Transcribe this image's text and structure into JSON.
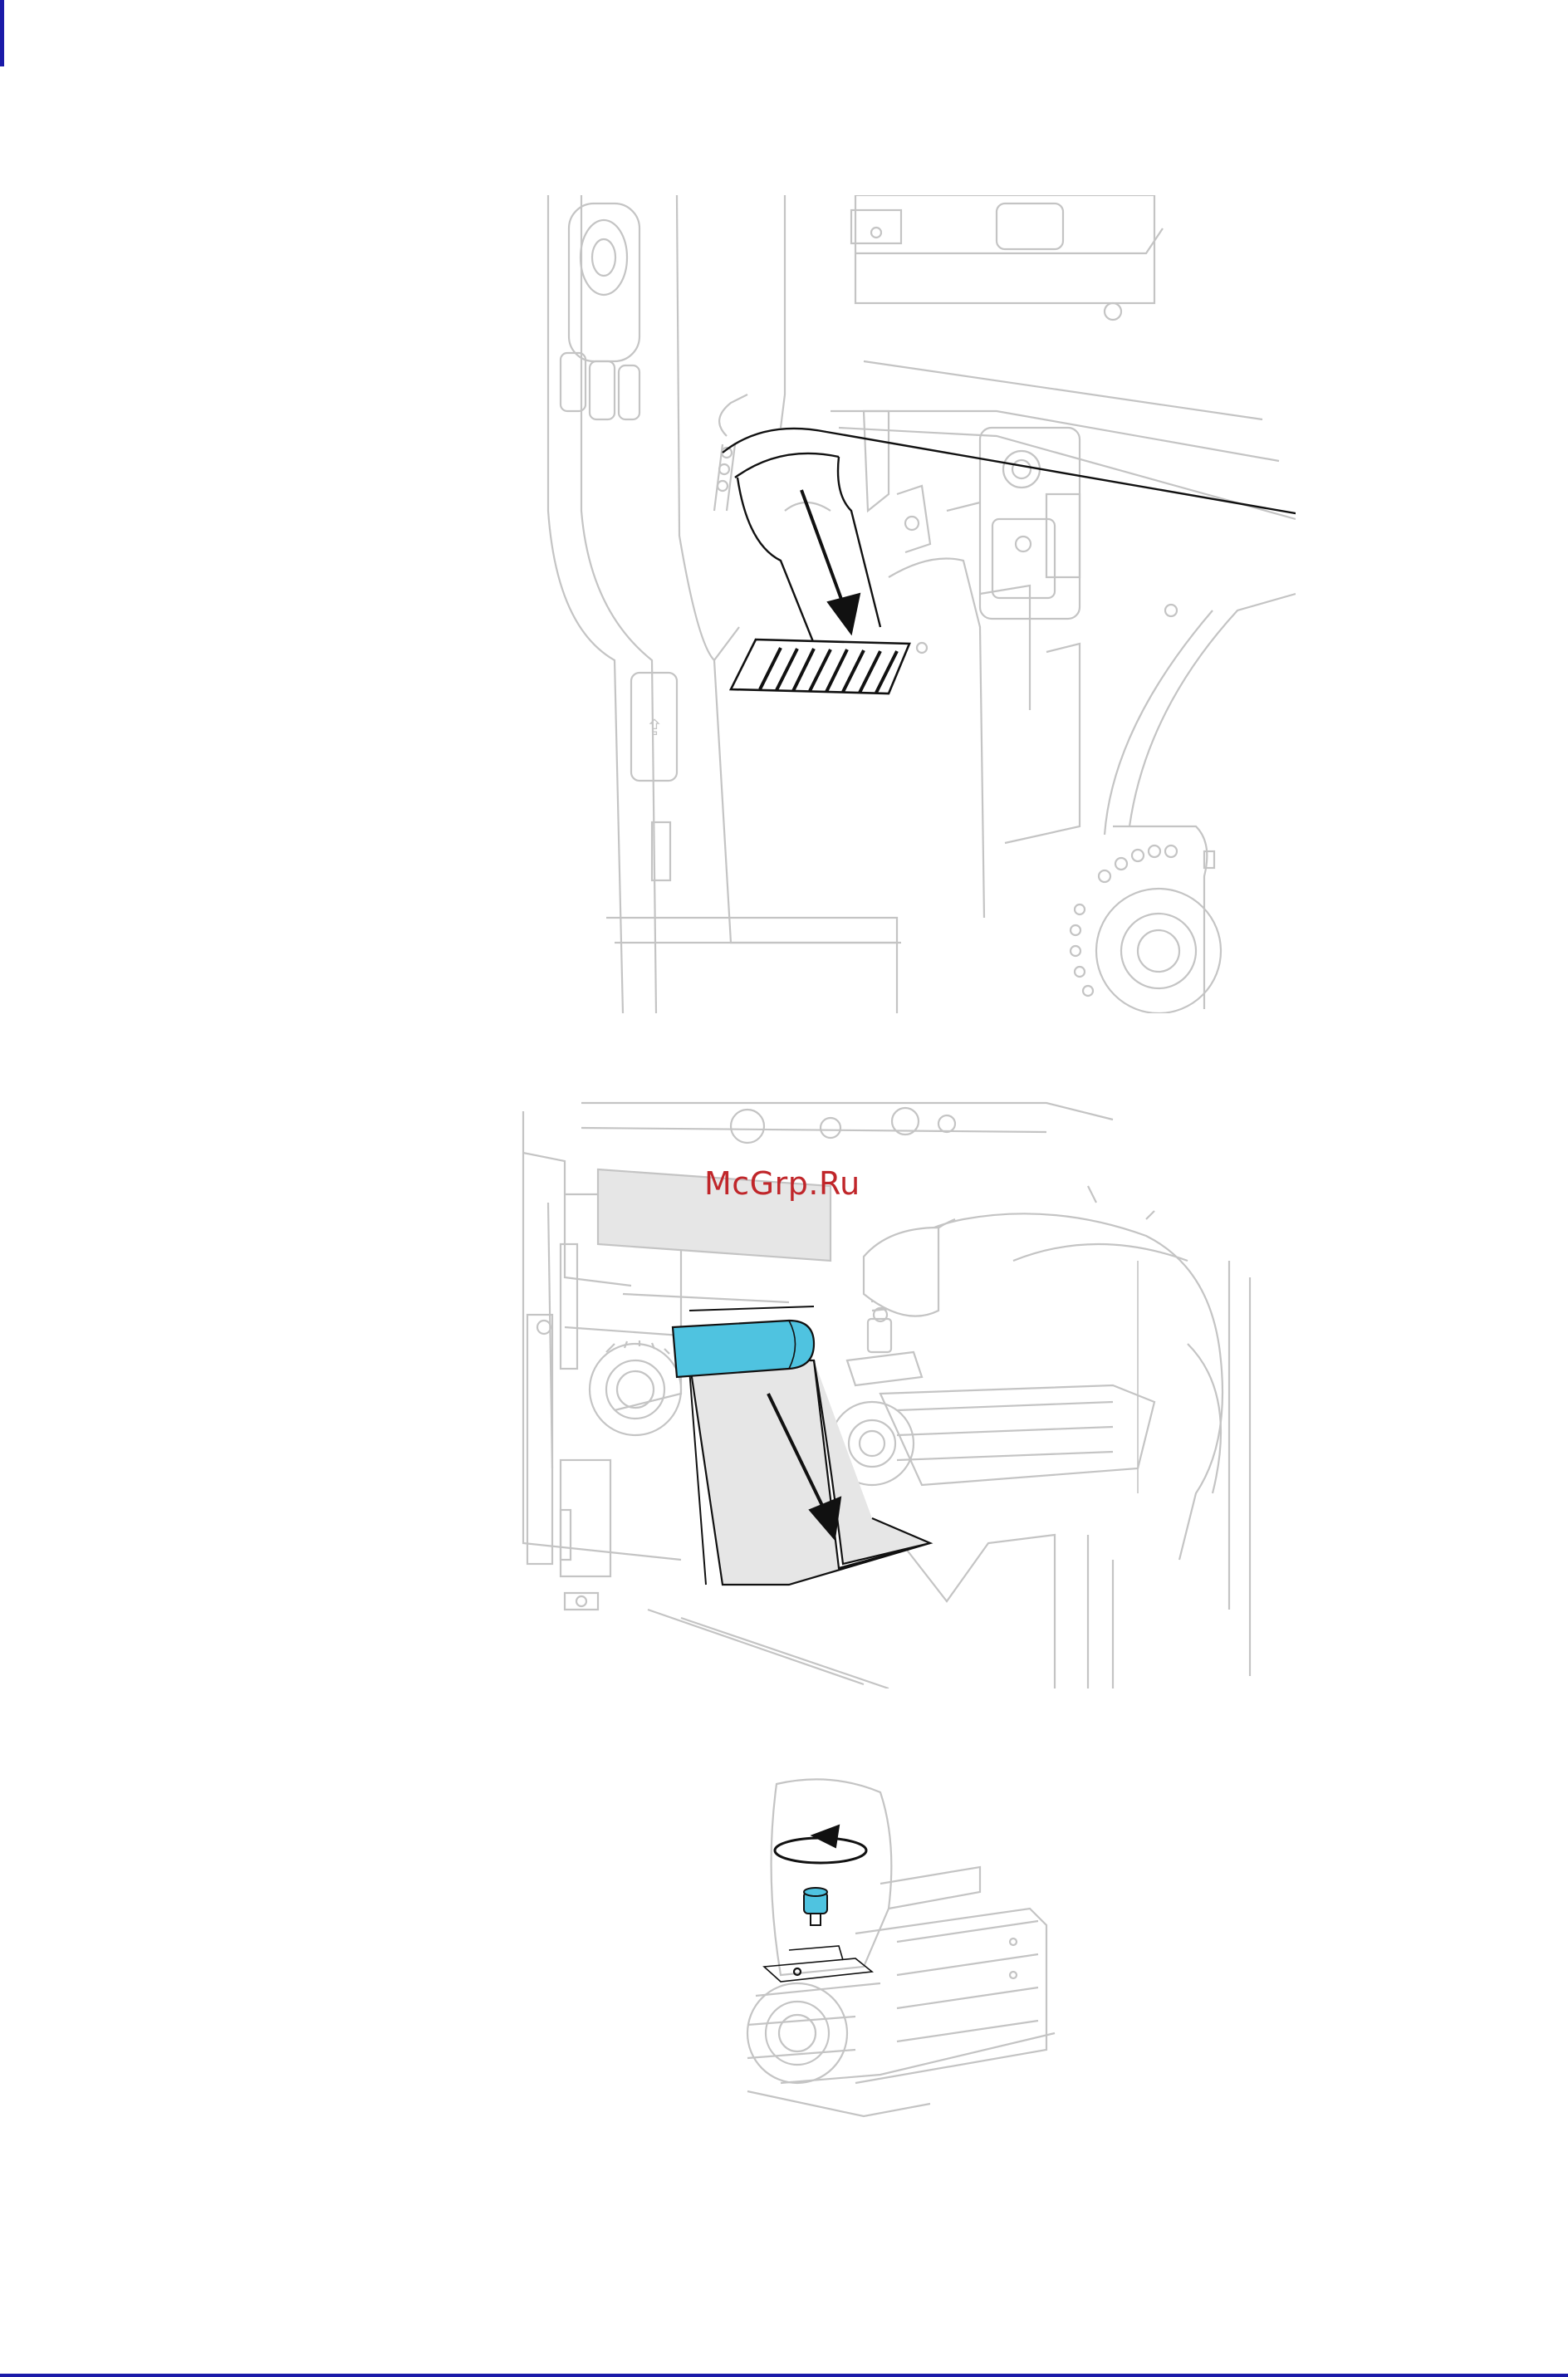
{
  "watermark": {
    "text": "McGrp.Ru"
  },
  "colors": {
    "accent_blue": "#4fc3e0",
    "line_gray": "#c4c4c4",
    "ink_black": "#111111",
    "paper_gray": "#e6e6e6",
    "page_marker": "#1a1aa8"
  },
  "figures": [
    {
      "id": "fig1",
      "subject": "media-path-through-printer"
    },
    {
      "id": "fig2",
      "subject": "liner-pulled-over-rewind-roller"
    },
    {
      "id": "fig3",
      "subject": "tighten-thumbscrew-on-rewind-spindle"
    }
  ]
}
